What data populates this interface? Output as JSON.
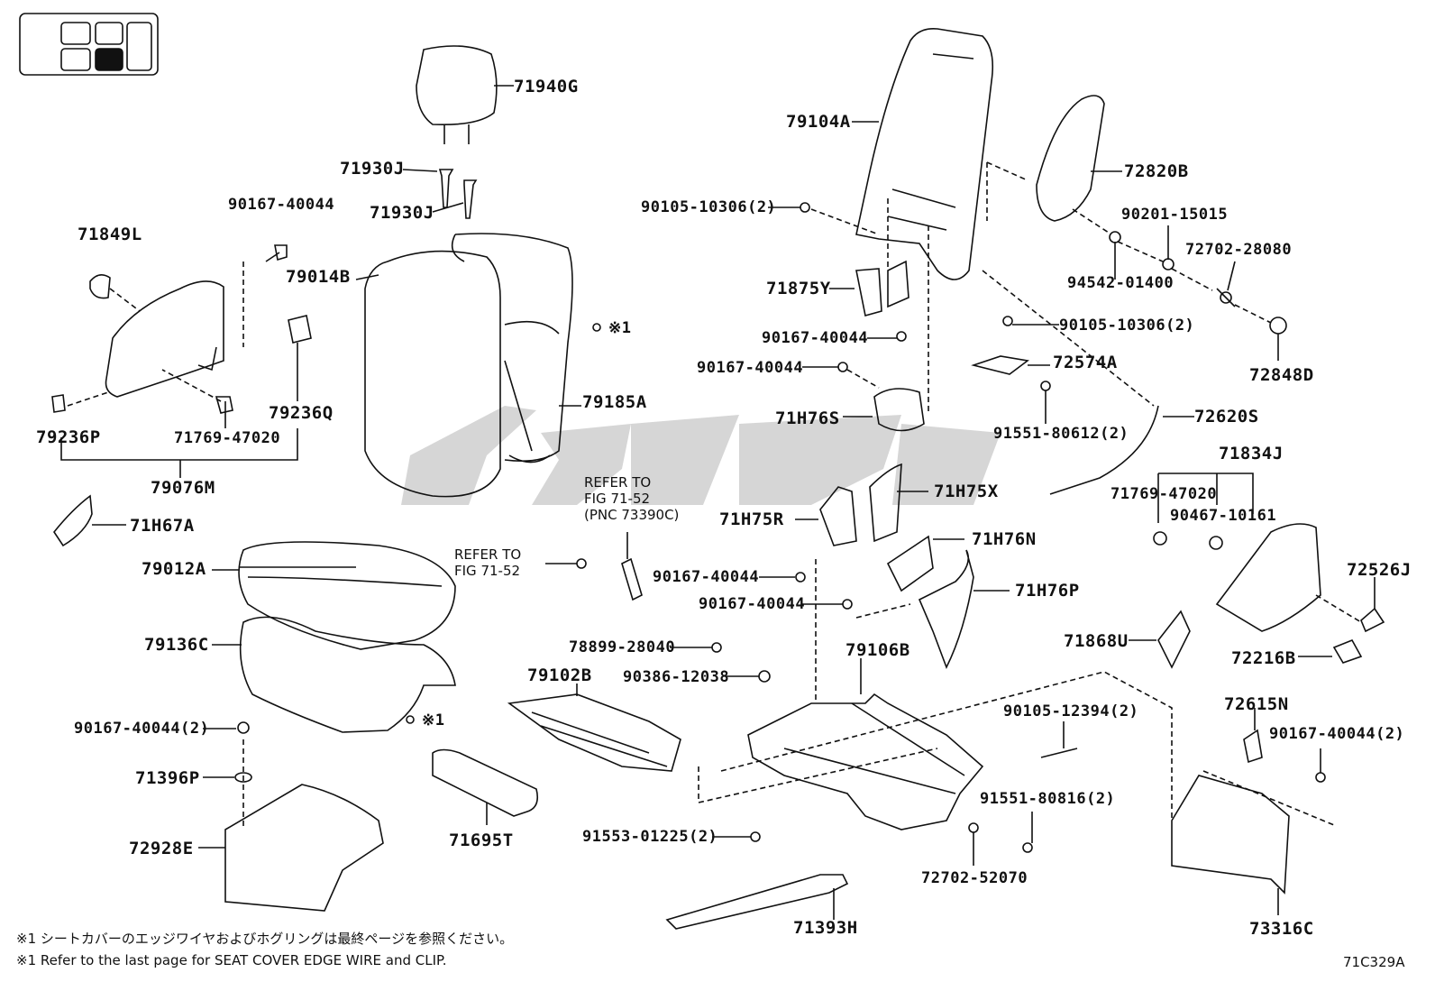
{
  "labels": {
    "p71940G": "71940G",
    "p71930J_a": "71930J",
    "p71930J_b": "71930J",
    "p90167_40044_a": "90167-40044",
    "p71849L": "71849L",
    "p79014B": "79014B",
    "p92361": "※1",
    "p79185A": "79185A",
    "p79236Q": "79236Q",
    "p79236P": "79236P",
    "p71769_47020_a": "71769-47020",
    "p79076M": "79076M",
    "p71H67A": "71H67A",
    "p79012A": "79012A",
    "p79136C": "79136C",
    "p90167_40044_2a": "90167-40044(2)",
    "p92361b": "※1",
    "p71396P": "71396P",
    "p72928E": "72928E",
    "p71695T": "71695T",
    "p79104A": "79104A",
    "p90105_10306_a": "90105-10306(2)",
    "p71875Y": "71875Y",
    "p90167_40044_b": "90167-40044",
    "p90167_40044_c": "90167-40044",
    "p71H76S": "71H76S",
    "p71H75R": "71H75R",
    "p71H75X": "71H75X",
    "p71H76N": "71H76N",
    "p71H76P": "71H76P",
    "p90167_40044_d": "90167-40044",
    "p90167_40044_e": "90167-40044",
    "p78899_28040": "78899-28040",
    "p90386_12038": "90386-12038",
    "p79102B": "79102B",
    "p79106B": "79106B",
    "p90105_12394": "90105-12394(2)",
    "p91551_80816": "91551-80816(2)",
    "p91553_01225": "91553-01225(2)",
    "p72702_52070": "72702-52070",
    "p71393H": "71393H",
    "p72820B": "72820B",
    "p90201_15015": "90201-15015",
    "p72702_28080": "72702-28080",
    "p94542_01400": "94542-01400",
    "p90105_10306_b": "90105-10306(2)",
    "p72848D": "72848D",
    "p72574A": "72574A",
    "p91551_80612": "91551-80612(2)",
    "p72620S": "72620S",
    "p71834J": "71834J",
    "p71769_47020_b": "71769-47020",
    "p90467_10161": "90467-10161",
    "p72526J": "72526J",
    "p71868U": "71868U",
    "p72216B": "72216B",
    "p72615N": "72615N",
    "p90167_40044_2b": "90167-40044(2)",
    "p73316C": "73316C"
  },
  "refs": {
    "ref1_line1": "REFER TO",
    "ref1_line2": "FIG 71-52",
    "ref1_line3": "(PNC 73390C)",
    "ref2_line1": "REFER TO",
    "ref2_line2": "FIG 71-52"
  },
  "footnotes": {
    "jp": "※1 シートカバーのエッジワイヤおよびホグリングは最終ページを参照ください。",
    "en": "※1 Refer to the last page for SEAT COVER EDGE WIRE and CLIP."
  },
  "figure_code": "71C329A",
  "colors": {
    "ink": "#111111",
    "watermark": "#c8c8c8",
    "locator_fill": "#111111"
  }
}
